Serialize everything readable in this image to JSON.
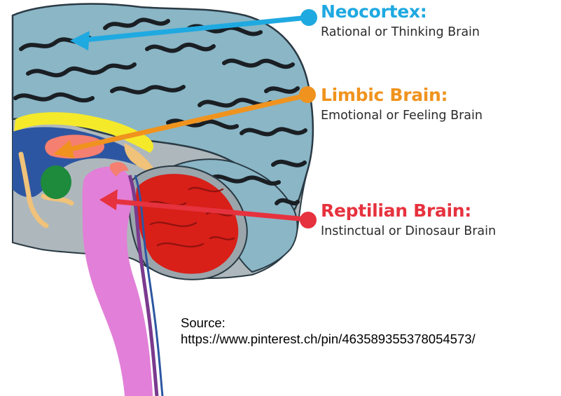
{
  "labels": {
    "neocortex": {
      "title": "Neocortex:",
      "subtitle": "Rational or Thinking Brain",
      "color": "#1fa9e1"
    },
    "limbic": {
      "title": "Limbic Brain:",
      "subtitle": "Emotional or Feeling Brain",
      "color": "#f0931e"
    },
    "reptilian": {
      "title": "Reptilian Brain:",
      "subtitle": "Instinctual or Dinosaur Brain",
      "color": "#e6323e"
    }
  },
  "source": {
    "label": "Source:",
    "url": "https://www.pinterest.ch/pin/463589355378054573/"
  },
  "colors": {
    "cortex": "#8ab6c6",
    "cortex_outline": "#2a3a44",
    "sulci": "#1a1f24",
    "white_matter": "#aeb8bc",
    "corpus_callosum": "#f5ea2a",
    "ventricle": "#2d56a2",
    "thalamus": "#f57f70",
    "amygdala": "#1e8a3c",
    "limbic_tan": "#f0c27a",
    "brainstem": "#e27fd8",
    "brainstem_dark": "#7a3a8e",
    "cerebellum": "#d81f18",
    "cerebellum_border": "#9aa6ab"
  }
}
